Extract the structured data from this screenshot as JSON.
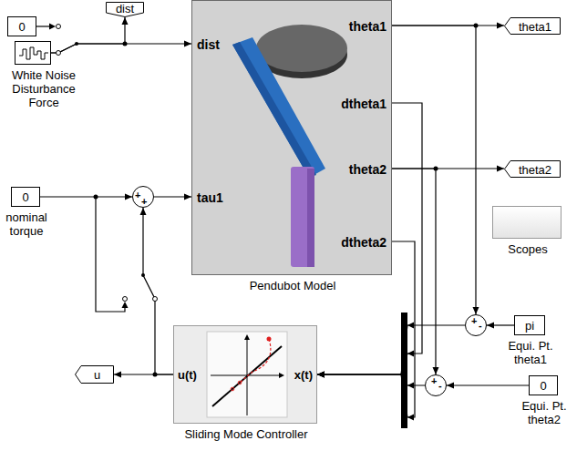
{
  "diagram": {
    "nodes": [
      {
        "text": [
          "0"
        ]
      },
      {
        "text": [
          "dist"
        ]
      },
      {
        "text": [
          "White Noise Disturbance Force"
        ]
      },
      {
        "text": [
          "Pendubot Model",
          "dist",
          "tau1",
          "theta1",
          "dtheta1",
          "theta2",
          "dtheta2"
        ]
      },
      {
        "text": [
          "theta1"
        ]
      },
      {
        "text": [
          "0",
          "nominal torque"
        ]
      },
      {
        "text": [
          "+",
          "+"
        ]
      },
      {
        "text": [
          "theta2"
        ]
      },
      {
        "text": [
          "Scopes"
        ]
      },
      {
        "text": [
          "u"
        ]
      },
      {
        "text": [
          "Sliding Mode Controller",
          "u(t)",
          "x(t)"
        ]
      },
      {
        "text": [
          "+",
          "-"
        ]
      },
      {
        "text": [
          "pi",
          "Equi. Pt. theta1"
        ]
      },
      {
        "text": [
          "+",
          "-"
        ]
      },
      {
        "text": [
          "0",
          "Equi. Pt. theta2"
        ]
      }
    ],
    "edges": [
      {
        "from": 2,
        "to": 3,
        "arrow": "to"
      },
      {
        "from": 2,
        "to": 1,
        "arrow": "to"
      },
      {
        "from": 5,
        "to": 6,
        "arrow": "to"
      },
      {
        "from": 10,
        "to": 6,
        "arrow": "to"
      },
      {
        "from": 10,
        "to": 9,
        "arrow": "to"
      },
      {
        "from": 6,
        "to": 3,
        "arrow": "to"
      },
      {
        "from": 3,
        "to": 4,
        "arrow": "to"
      },
      {
        "from": 3,
        "to": 7,
        "arrow": "to"
      },
      {
        "from": 3,
        "to": 11,
        "arrow": "to"
      },
      {
        "from": 3,
        "to": 13,
        "arrow": "to"
      },
      {
        "from": 12,
        "to": 11,
        "arrow": "to"
      },
      {
        "from": 14,
        "to": 13,
        "arrow": "to"
      },
      {
        "from": 11,
        "to": 10,
        "arrow": "to"
      },
      {
        "from": 13,
        "to": 10,
        "arrow": "to"
      },
      {
        "from": 3,
        "to": 10,
        "arrow": "to"
      },
      {
        "from": 3,
        "to": 10,
        "arrow": "to"
      }
    ]
  }
}
